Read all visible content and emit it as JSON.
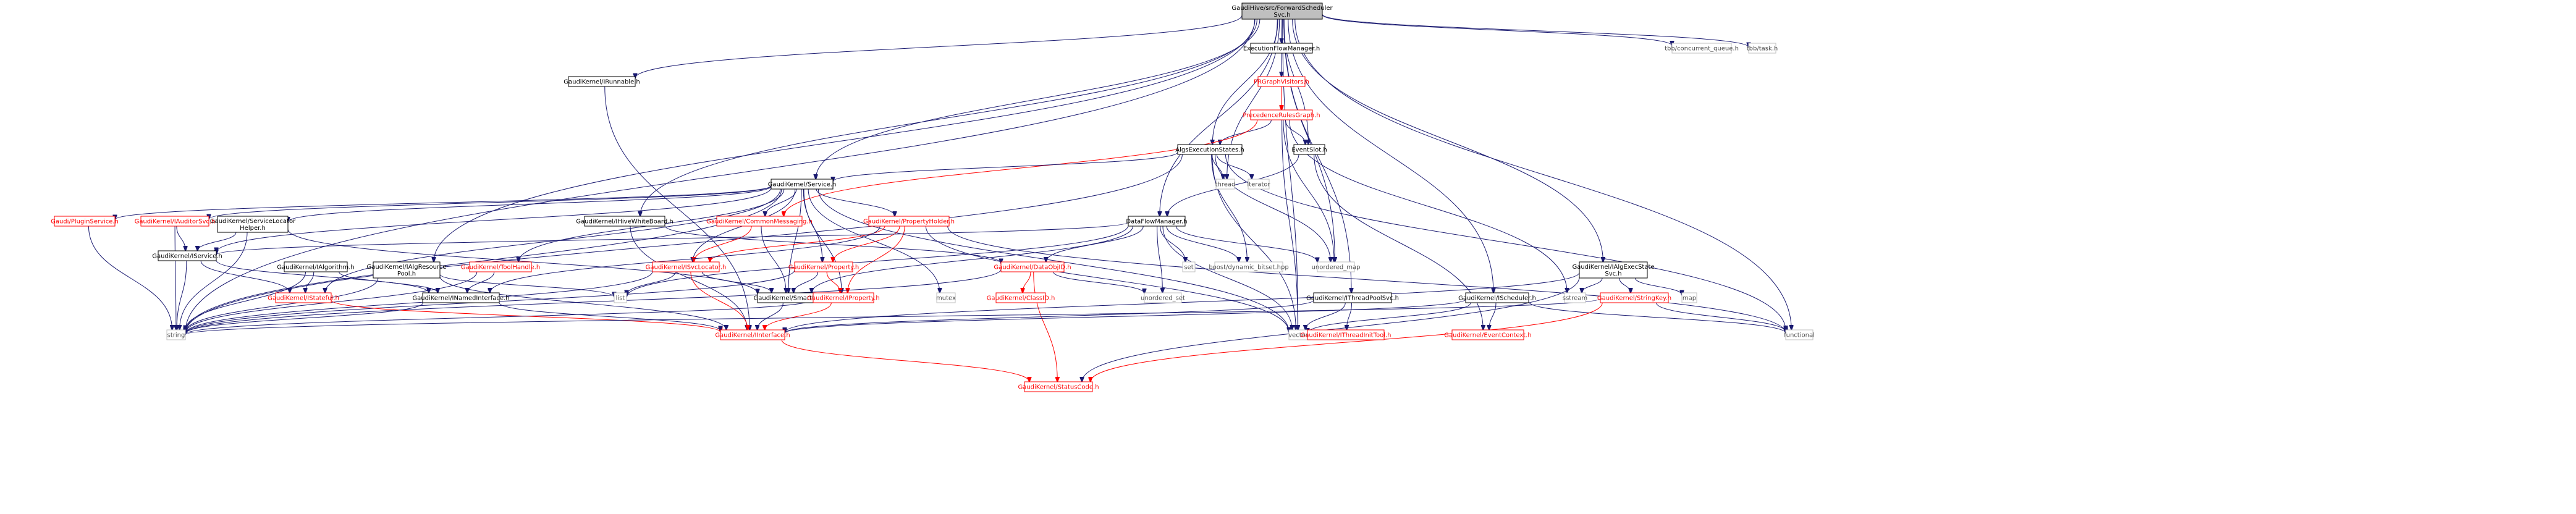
{
  "colors": {
    "edge": "#191970",
    "edge_red": "#ff0000",
    "root_fill": "#bfbfbf",
    "link_red": "#ff0000"
  },
  "nodes": [
    {
      "id": "root",
      "lines": [
        "GaudiHive/src/ForwardScheduler",
        "Svc.h"
      ],
      "style": "root"
    },
    {
      "id": "exec_flow",
      "lines": [
        "ExecutionFlowManager.h"
      ],
      "style": "normal"
    },
    {
      "id": "pr_graph_visitors",
      "lines": [
        "PRGraphVisitors.h"
      ],
      "style": "red"
    },
    {
      "id": "precedence_rules",
      "lines": [
        "PrecedenceRulesGraph.h"
      ],
      "style": "red"
    },
    {
      "id": "irunnable",
      "lines": [
        "GaudiKernel/IRunnable.h"
      ],
      "style": "normal"
    },
    {
      "id": "tbb_cq",
      "lines": [
        "tbb/concurrent_queue.h"
      ],
      "style": "gray"
    },
    {
      "id": "tbb_task",
      "lines": [
        "tbb/task.h"
      ],
      "style": "gray"
    },
    {
      "id": "algs_exec_states",
      "lines": [
        "AlgsExecutionStates.h"
      ],
      "style": "normal"
    },
    {
      "id": "event_slot",
      "lines": [
        "EventSlot.h"
      ],
      "style": "normal"
    },
    {
      "id": "service",
      "lines": [
        "GaudiKernel/Service.h"
      ],
      "style": "normal"
    },
    {
      "id": "thread",
      "lines": [
        "thread"
      ],
      "style": "gray"
    },
    {
      "id": "iterator",
      "lines": [
        "iterator"
      ],
      "style": "gray"
    },
    {
      "id": "plugin_service",
      "lines": [
        "Gaudi/PluginService.h"
      ],
      "style": "red"
    },
    {
      "id": "iauditor_svc",
      "lines": [
        "GaudiKernel/IAuditorSvc.h"
      ],
      "style": "red"
    },
    {
      "id": "service_locator_helper",
      "lines": [
        "GaudiKernel/ServiceLocator",
        "Helper.h"
      ],
      "style": "normal"
    },
    {
      "id": "ihive_whiteboard",
      "lines": [
        "GaudiKernel/IHiveWhiteBoard.h"
      ],
      "style": "normal"
    },
    {
      "id": "common_messaging",
      "lines": [
        "GaudiKernel/CommonMessaging.h"
      ],
      "style": "red"
    },
    {
      "id": "property_holder",
      "lines": [
        "GaudiKernel/PropertyHolder.h"
      ],
      "style": "red"
    },
    {
      "id": "data_flow_manager",
      "lines": [
        "DataFlowManager.h"
      ],
      "style": "normal"
    },
    {
      "id": "iservice",
      "lines": [
        "GaudiKernel/IService.h"
      ],
      "style": "normal"
    },
    {
      "id": "ialgorithm",
      "lines": [
        "GaudiKernel/IAlgorithm.h"
      ],
      "style": "normal"
    },
    {
      "id": "ialg_resource_pool",
      "lines": [
        "GaudiKernel/IAlgResource",
        "Pool.h"
      ],
      "style": "normal"
    },
    {
      "id": "itool_handle",
      "lines": [
        "GaudiKernel/ToolHandle.h"
      ],
      "style": "red"
    },
    {
      "id": "isvc_locator",
      "lines": [
        "GaudiKernel/ISvcLocator.h"
      ],
      "style": "red"
    },
    {
      "id": "property",
      "lines": [
        "GaudiKernel/Property.h"
      ],
      "style": "red"
    },
    {
      "id": "set",
      "lines": [
        "set"
      ],
      "style": "gray"
    },
    {
      "id": "dynamic_bitset",
      "lines": [
        "boost/dynamic_bitset.hpp"
      ],
      "style": "gray"
    },
    {
      "id": "unordered_map",
      "lines": [
        "unordered_map"
      ],
      "style": "gray"
    },
    {
      "id": "data_obj_id",
      "lines": [
        "GaudiKernel/DataObjID.h"
      ],
      "style": "red"
    },
    {
      "id": "ialg_exec_state_svc",
      "lines": [
        "GaudiKernel/IAlgExecState",
        "Svc.h"
      ],
      "style": "normal"
    },
    {
      "id": "istateful",
      "lines": [
        "GaudiKernel/IStateful.h"
      ],
      "style": "red"
    },
    {
      "id": "inamed_interface",
      "lines": [
        "GaudiKernel/INamedInterface.h"
      ],
      "style": "normal"
    },
    {
      "id": "list",
      "lines": [
        "list"
      ],
      "style": "gray"
    },
    {
      "id": "smartif",
      "lines": [
        "GaudiKernel/SmartIF.h"
      ],
      "style": "normal"
    },
    {
      "id": "mutex",
      "lines": [
        "mutex"
      ],
      "style": "gray"
    },
    {
      "id": "iproperty",
      "lines": [
        "GaudiKernel/IProperty.h"
      ],
      "style": "red"
    },
    {
      "id": "class_id",
      "lines": [
        "GaudiKernel/ClassID.h"
      ],
      "style": "red"
    },
    {
      "id": "unordered_set",
      "lines": [
        "unordered_set"
      ],
      "style": "gray"
    },
    {
      "id": "ithread_pool_svc",
      "lines": [
        "GaudiKernel/IThreadPoolSvc.h"
      ],
      "style": "normal"
    },
    {
      "id": "ischeduler",
      "lines": [
        "GaudiKernel/IScheduler.h"
      ],
      "style": "normal"
    },
    {
      "id": "string_key",
      "lines": [
        "GaudiKernel/StringKey.h"
      ],
      "style": "red"
    },
    {
      "id": "map",
      "lines": [
        "map"
      ],
      "style": "gray"
    },
    {
      "id": "sstream",
      "lines": [
        "sstream"
      ],
      "style": "gray"
    },
    {
      "id": "string",
      "lines": [
        "string"
      ],
      "style": "gray"
    },
    {
      "id": "iinterface",
      "lines": [
        "GaudiKernel/IInterface.h"
      ],
      "style": "red"
    },
    {
      "id": "vector",
      "lines": [
        "vector"
      ],
      "style": "gray"
    },
    {
      "id": "ithread_init_tool",
      "lines": [
        "GaudiKernel/IThreadInitTool.h"
      ],
      "style": "red"
    },
    {
      "id": "event_context",
      "lines": [
        "GaudiKernel/EventContext.h"
      ],
      "style": "red"
    },
    {
      "id": "functional",
      "lines": [
        "functional"
      ],
      "style": "gray"
    },
    {
      "id": "status_code",
      "lines": [
        "GaudiKernel/StatusCode.h"
      ],
      "style": "red"
    }
  ],
  "edges": [
    [
      "root",
      "exec_flow"
    ],
    [
      "root",
      "irunnable"
    ],
    [
      "root",
      "tbb_cq"
    ],
    [
      "root",
      "tbb_task"
    ],
    [
      "root",
      "algs_exec_states"
    ],
    [
      "root",
      "event_slot"
    ],
    [
      "root",
      "service"
    ],
    [
      "root",
      "thread"
    ],
    [
      "root",
      "data_flow_manager"
    ],
    [
      "root",
      "ihive_whiteboard"
    ],
    [
      "root",
      "ialg_resource_pool"
    ],
    [
      "root",
      "ialg_exec_state_svc"
    ],
    [
      "root",
      "ithread_pool_svc"
    ],
    [
      "root",
      "ischeduler"
    ],
    [
      "root",
      "unordered_map"
    ],
    [
      "root",
      "vector"
    ],
    [
      "root",
      "functional"
    ],
    [
      "root",
      "string"
    ],
    [
      "exec_flow",
      "pr_graph_visitors"
    ],
    [
      "exec_flow",
      "precedence_rules"
    ],
    [
      "pr_graph_visitors",
      "precedence_rules"
    ],
    [
      "precedence_rules",
      "algs_exec_states"
    ],
    [
      "precedence_rules",
      "event_slot"
    ],
    [
      "precedence_rules",
      "common_messaging"
    ],
    [
      "precedence_rules",
      "unordered_map"
    ],
    [
      "precedence_rules",
      "sstream"
    ],
    [
      "precedence_rules",
      "vector"
    ],
    [
      "irunnable",
      "iinterface"
    ],
    [
      "algs_exec_states",
      "service"
    ],
    [
      "algs_exec_states",
      "thread"
    ],
    [
      "algs_exec_states",
      "iterator"
    ],
    [
      "algs_exec_states",
      "dynamic_bitset"
    ],
    [
      "algs_exec_states",
      "unordered_map"
    ],
    [
      "algs_exec_states",
      "vector"
    ],
    [
      "algs_exec_states",
      "string"
    ],
    [
      "algs_exec_states",
      "functional"
    ],
    [
      "event_slot",
      "data_flow_manager"
    ],
    [
      "event_slot",
      "event_context"
    ],
    [
      "service",
      "plugin_service"
    ],
    [
      "service",
      "iauditor_svc"
    ],
    [
      "service",
      "service_locator_helper"
    ],
    [
      "service",
      "common_messaging"
    ],
    [
      "service",
      "property_holder"
    ],
    [
      "service",
      "iservice"
    ],
    [
      "service",
      "itool_handle"
    ],
    [
      "service",
      "isvc_locator"
    ],
    [
      "service",
      "property"
    ],
    [
      "service",
      "smartif"
    ],
    [
      "service",
      "iproperty"
    ],
    [
      "service",
      "istateful"
    ],
    [
      "service",
      "mutex"
    ],
    [
      "service",
      "vector"
    ],
    [
      "service",
      "string"
    ],
    [
      "plugin_service",
      "string"
    ],
    [
      "iauditor_svc",
      "iservice"
    ],
    [
      "iauditor_svc",
      "string"
    ],
    [
      "service_locator_helper",
      "iservice"
    ],
    [
      "service_locator_helper",
      "smartif"
    ],
    [
      "service_locator_helper",
      "string"
    ],
    [
      "ihive_whiteboard",
      "iinterface"
    ],
    [
      "ihive_whiteboard",
      "data_obj_id"
    ],
    [
      "common_messaging",
      "smartif"
    ],
    [
      "common_messaging",
      "isvc_locator"
    ],
    [
      "property_holder",
      "property"
    ],
    [
      "property_holder",
      "iproperty"
    ],
    [
      "property_holder",
      "isvc_locator"
    ],
    [
      "property_holder",
      "inamed_interface"
    ],
    [
      "property_holder",
      "functional"
    ],
    [
      "property_holder",
      "vector"
    ],
    [
      "data_flow_manager",
      "data_obj_id"
    ],
    [
      "data_flow_manager",
      "set"
    ],
    [
      "data_flow_manager",
      "dynamic_bitset"
    ],
    [
      "data_flow_manager",
      "unordered_map"
    ],
    [
      "data_flow_manager",
      "unordered_set"
    ],
    [
      "data_flow_manager",
      "vector"
    ],
    [
      "data_flow_manager",
      "smartif"
    ],
    [
      "data_flow_manager",
      "iservice"
    ],
    [
      "data_flow_manager",
      "list"
    ],
    [
      "iservice",
      "istateful"
    ],
    [
      "iservice",
      "inamed_interface"
    ],
    [
      "iservice",
      "string"
    ],
    [
      "ialgorithm",
      "istateful"
    ],
    [
      "ialgorithm",
      "inamed_interface"
    ],
    [
      "ialgorithm",
      "string"
    ],
    [
      "ialg_resource_pool",
      "iinterface"
    ],
    [
      "ialg_resource_pool",
      "list"
    ],
    [
      "ialg_resource_pool",
      "string"
    ],
    [
      "itool_handle",
      "inamed_interface"
    ],
    [
      "itool_handle",
      "string"
    ],
    [
      "isvc_locator",
      "smartif"
    ],
    [
      "isvc_locator",
      "iinterface"
    ],
    [
      "isvc_locator",
      "list"
    ],
    [
      "isvc_locator",
      "string"
    ],
    [
      "property",
      "iproperty"
    ],
    [
      "property",
      "smartif"
    ],
    [
      "property",
      "string"
    ],
    [
      "data_obj_id",
      "class_id"
    ],
    [
      "data_obj_id",
      "status_code"
    ],
    [
      "data_obj_id",
      "unordered_set"
    ],
    [
      "data_obj_id",
      "string"
    ],
    [
      "ialg_exec_state_svc",
      "string_key"
    ],
    [
      "ialg_exec_state_svc",
      "map"
    ],
    [
      "ialg_exec_state_svc",
      "sstream"
    ],
    [
      "ialg_exec_state_svc",
      "status_code"
    ],
    [
      "ialg_exec_state_svc",
      "iinterface"
    ],
    [
      "istateful",
      "iinterface"
    ],
    [
      "inamed_interface",
      "iinterface"
    ],
    [
      "inamed_interface",
      "string"
    ],
    [
      "smartif",
      "iinterface"
    ],
    [
      "iproperty",
      "iinterface"
    ],
    [
      "iproperty",
      "string"
    ],
    [
      "ithread_pool_svc",
      "ithread_init_tool"
    ],
    [
      "ithread_pool_svc",
      "iinterface"
    ],
    [
      "ithread_pool_svc",
      "vector"
    ],
    [
      "ischeduler",
      "event_context"
    ],
    [
      "ischeduler",
      "iinterface"
    ],
    [
      "ischeduler",
      "functional"
    ],
    [
      "ischeduler",
      "vector"
    ],
    [
      "string_key",
      "status_code"
    ],
    [
      "string_key",
      "string"
    ],
    [
      "string_key",
      "functional"
    ],
    [
      "iinterface",
      "status_code"
    ]
  ]
}
